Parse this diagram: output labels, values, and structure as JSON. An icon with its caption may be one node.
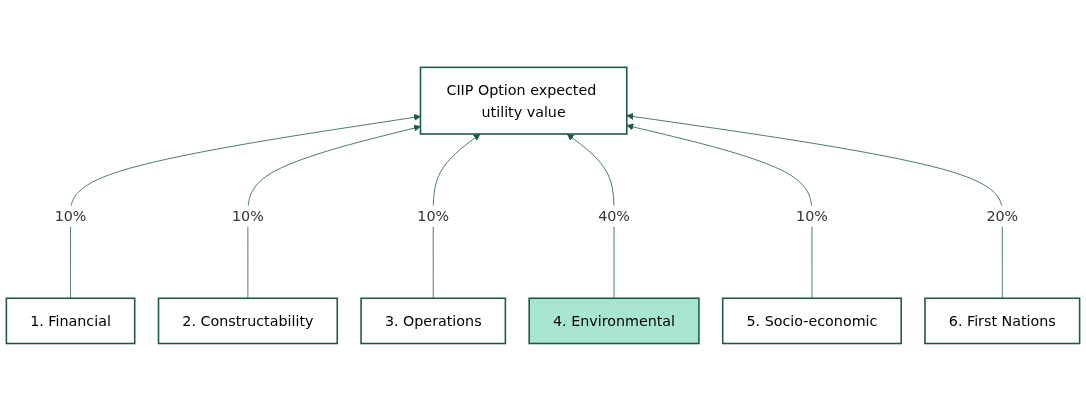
{
  "diagram": {
    "nodes": [
      {
        "text": [
          "CIIP Option expected utility value"
        ]
      },
      {
        "text": [
          "1. Financial"
        ]
      },
      {
        "text": [
          "2. Constructability"
        ]
      },
      {
        "text": [
          "3. Operations"
        ]
      },
      {
        "text": [
          "4. Environmental"
        ]
      },
      {
        "text": [
          "5. Socio-economic"
        ]
      },
      {
        "text": [
          "6. First Nations"
        ]
      }
    ],
    "edges": [
      {
        "from": 1,
        "to": 0,
        "arrow": "to",
        "label": "10%"
      },
      {
        "from": 2,
        "to": 0,
        "arrow": "to",
        "label": "10%"
      },
      {
        "from": 3,
        "to": 0,
        "arrow": "to",
        "label": "10%"
      },
      {
        "from": 4,
        "to": 0,
        "arrow": "to",
        "label": "40%"
      },
      {
        "from": 5,
        "to": 0,
        "arrow": "to",
        "label": "10%"
      },
      {
        "from": 6,
        "to": 0,
        "arrow": "to",
        "label": "20%"
      }
    ]
  }
}
